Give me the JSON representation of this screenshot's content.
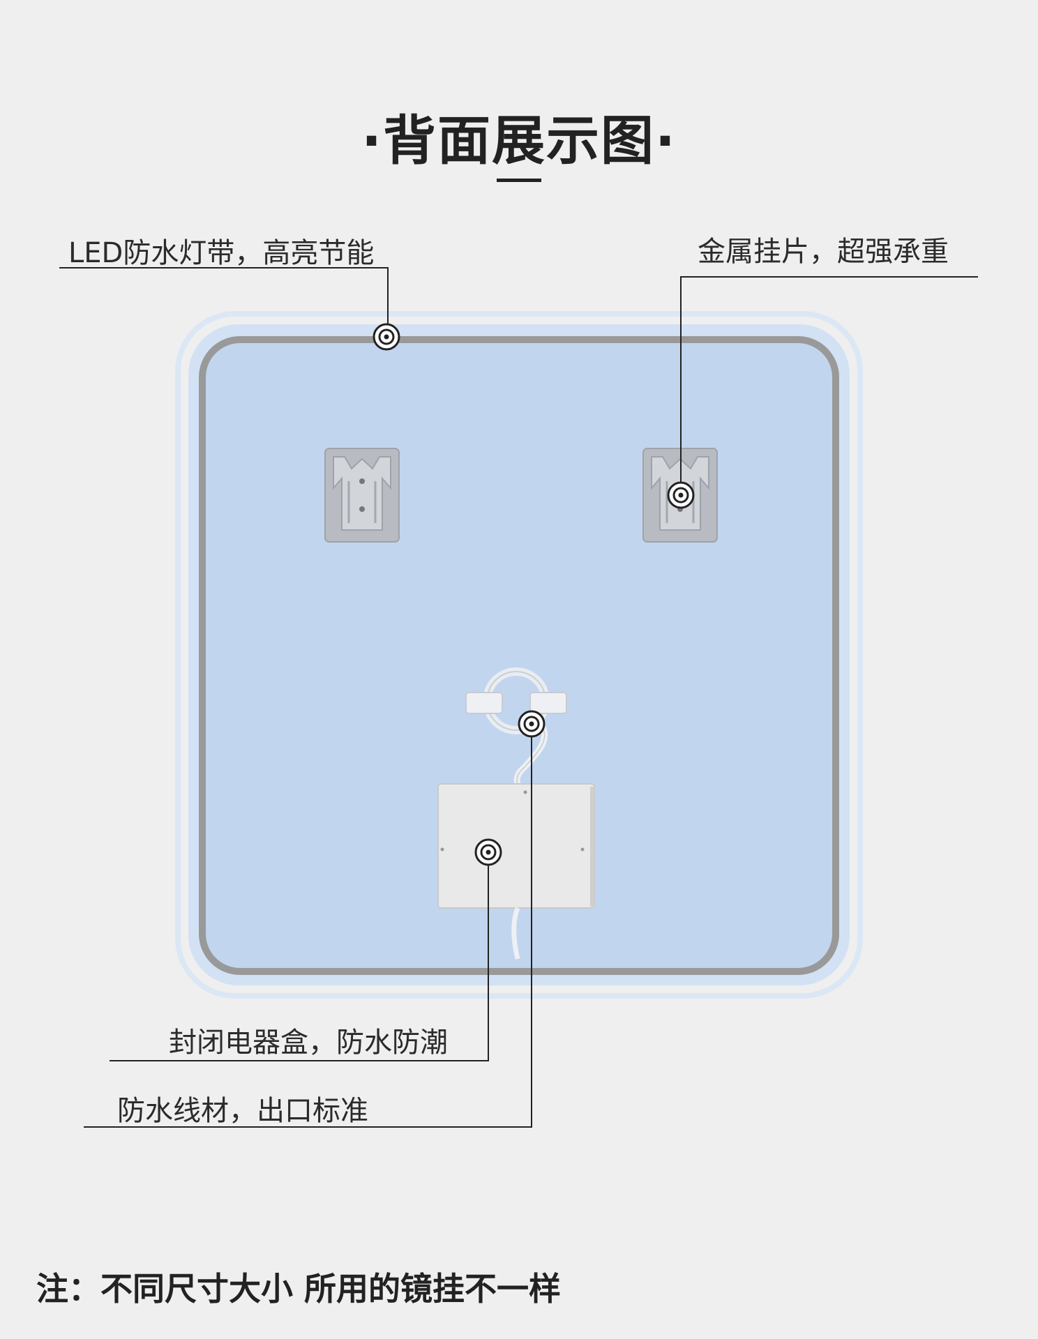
{
  "title": "·背面展示图·",
  "callouts": {
    "led": "LED防水灯带，高亮节能",
    "bracket": "金属挂片，超强承重",
    "box": "封闭电器盒，防水防潮",
    "wire": "防水线材，出口标准"
  },
  "note": "注：不同尺寸大小 所用的镜挂不一样",
  "colors": {
    "background": "#efefef",
    "mirror_fill": "#c1d5ef",
    "led_halo": "#d6e3f5",
    "frame_strip": "#9a9a9a",
    "leader_line": "#222222"
  }
}
